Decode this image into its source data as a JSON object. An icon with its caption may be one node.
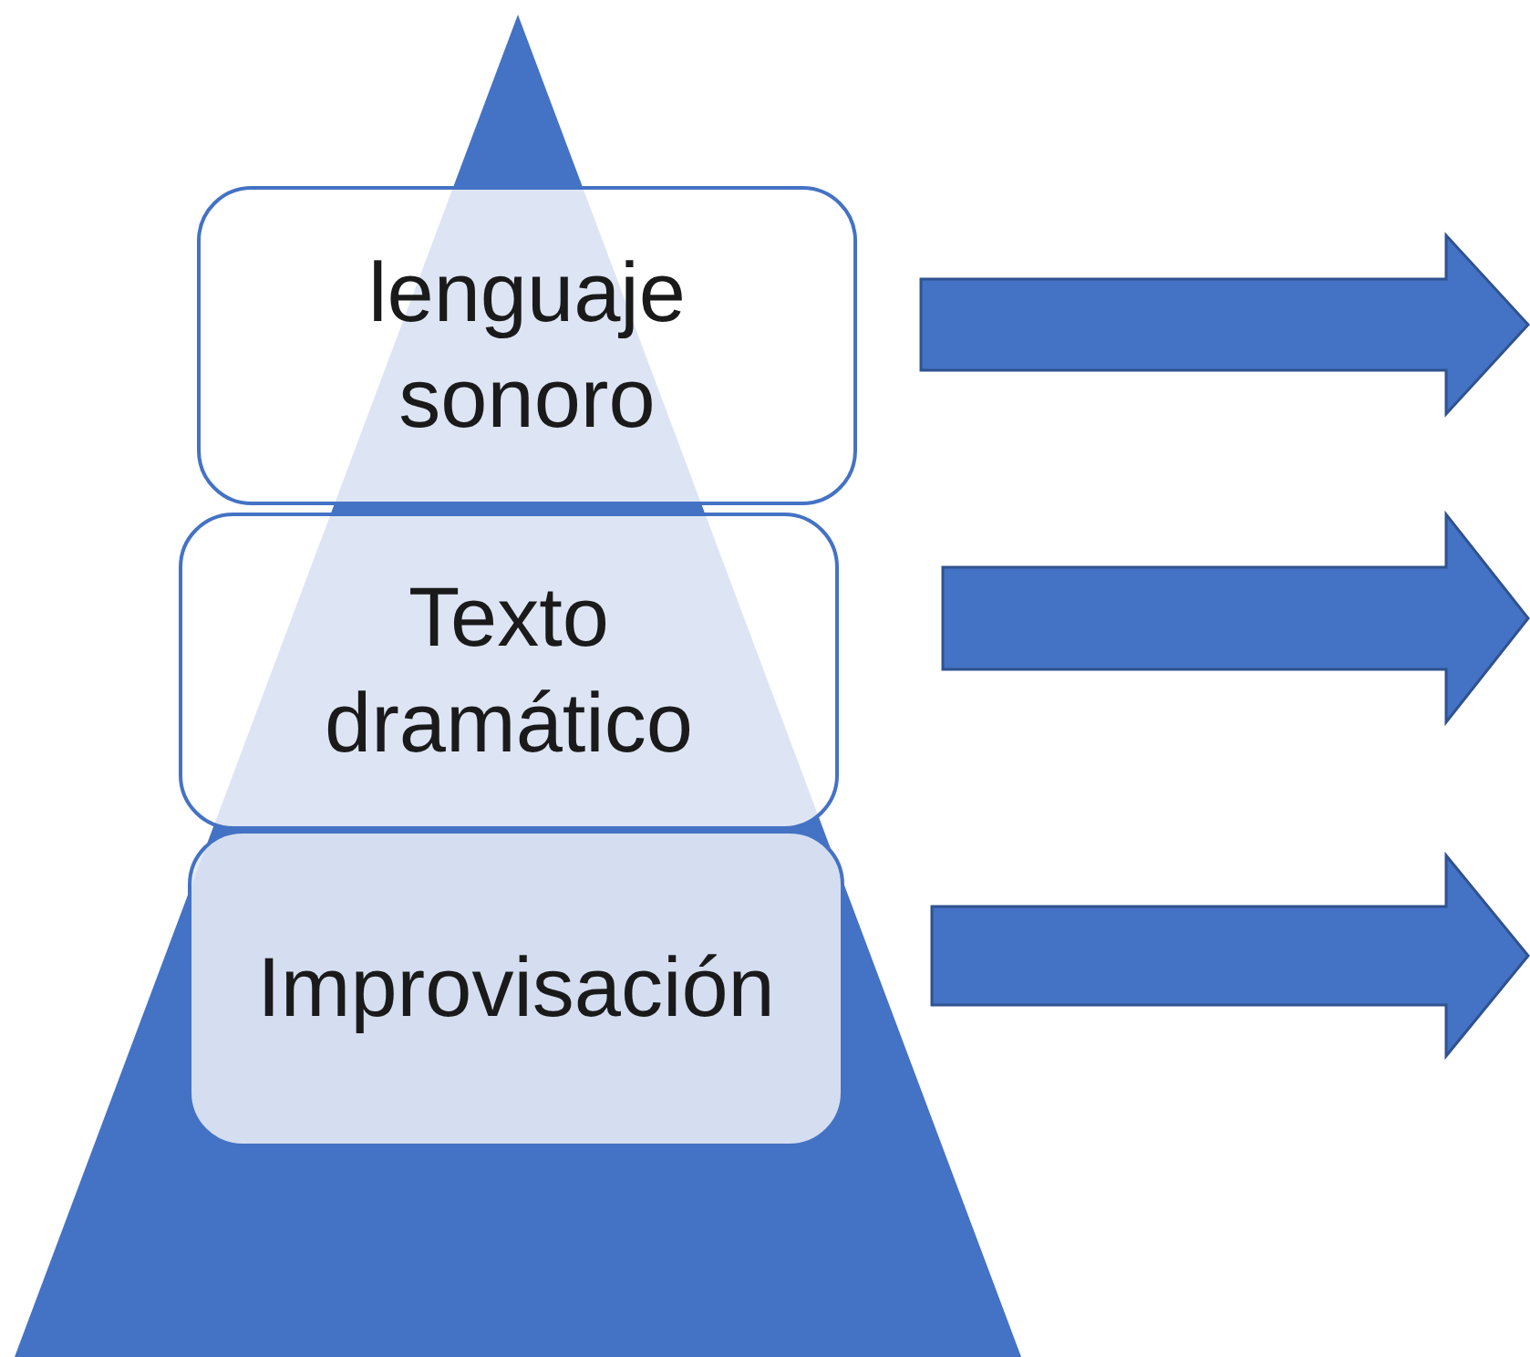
{
  "diagram": {
    "nodes": [
      {
        "text": [
          "lenguaje sonoro"
        ]
      },
      {
        "text": [
          "Texto dramático"
        ]
      },
      {
        "text": [
          "Improvisación"
        ]
      }
    ]
  }
}
